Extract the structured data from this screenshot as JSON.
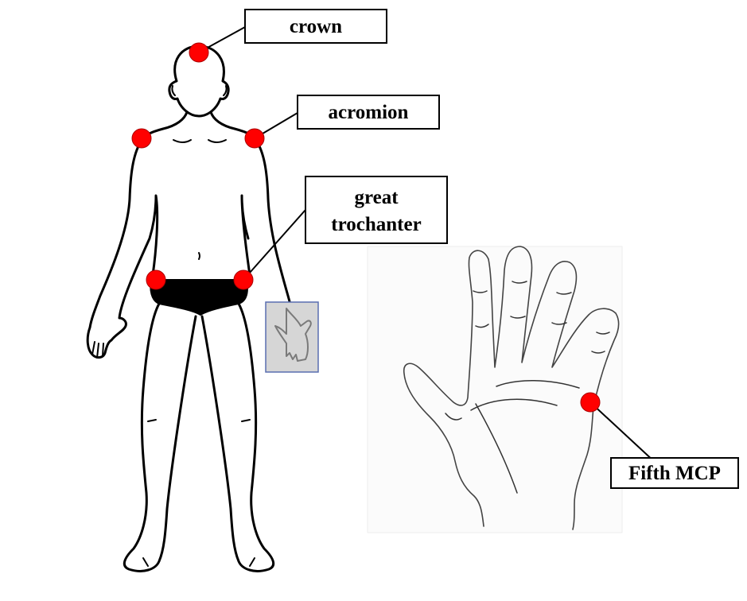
{
  "colors": {
    "landmark_marker": "#ff0000",
    "outline": "#000000",
    "briefs": "#000000",
    "inset_fill": "#d6d6d6",
    "inset_border": "#5a6fb0"
  },
  "labels": {
    "crown": "crown",
    "acromion": "acromion",
    "great_trochanter_line1": "great",
    "great_trochanter_line2": "trochanter",
    "fifth_mcp": "Fifth MCP"
  }
}
